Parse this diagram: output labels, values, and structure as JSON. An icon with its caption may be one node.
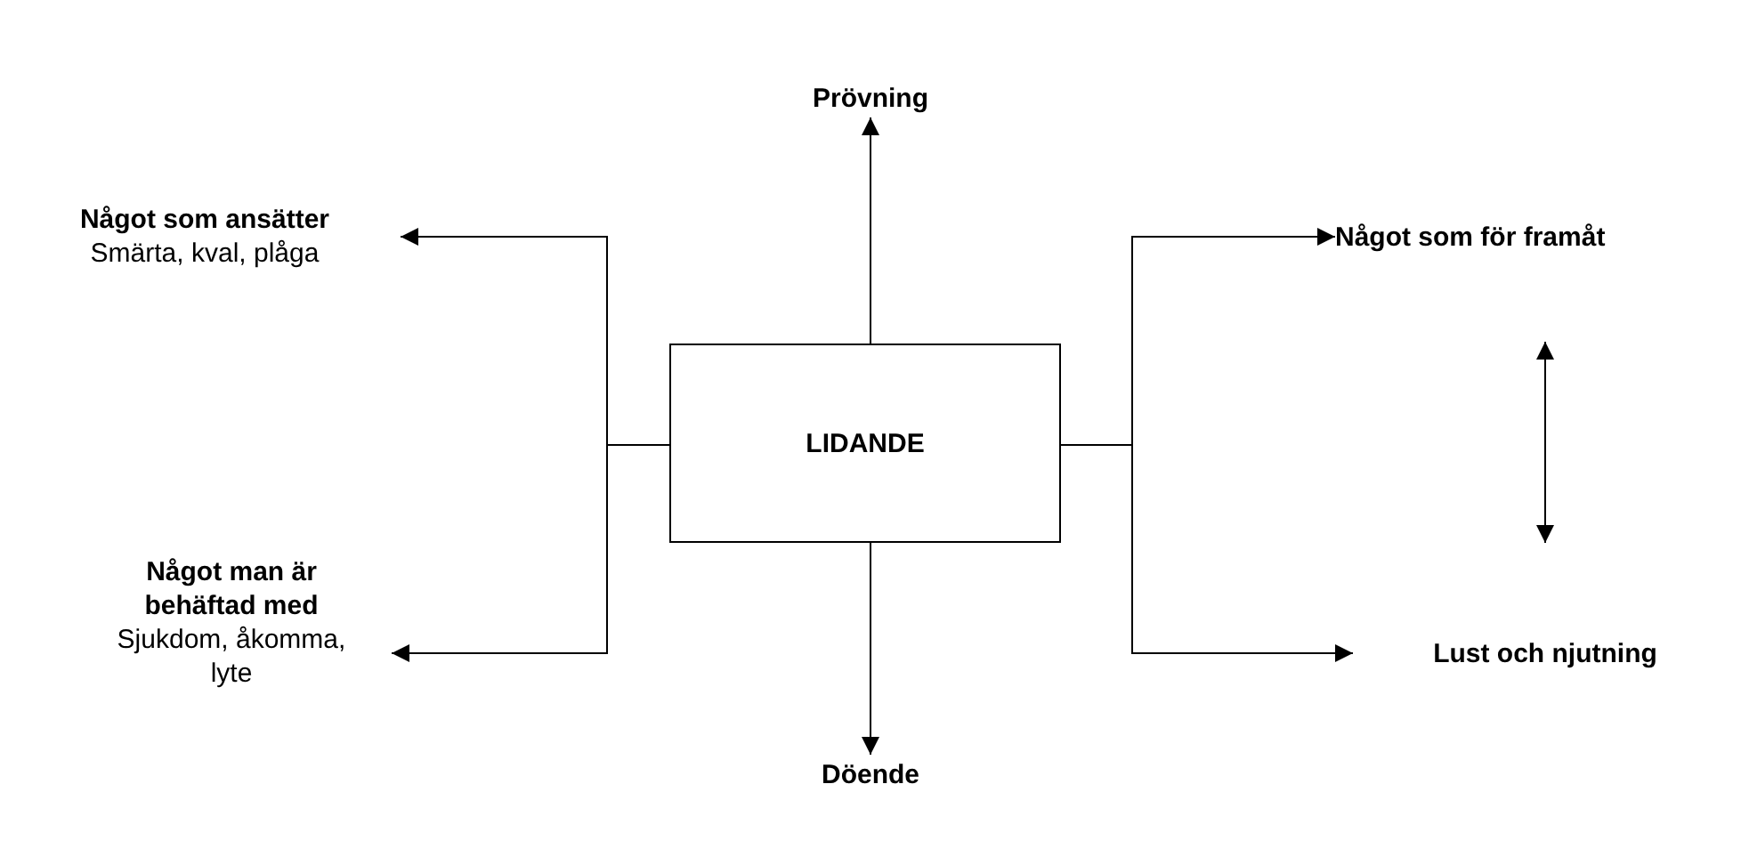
{
  "diagram": {
    "nodes": [
      {
        "text": [
          "LIDANDE"
        ]
      },
      {
        "text": [
          "Prövning"
        ]
      },
      {
        "text": [
          "Döende"
        ]
      },
      {
        "text": [
          "Något som ansätter",
          "Smärta, kval, plåga"
        ]
      },
      {
        "text": [
          "Något man är behäftad med",
          "Sjukdom, åkomma, lyte"
        ]
      },
      {
        "text": [
          "Något som för framåt"
        ]
      },
      {
        "text": [
          "Lust och njutning"
        ]
      }
    ],
    "edges": [
      {
        "from": 0,
        "to": 1,
        "arrow": "to"
      },
      {
        "from": 0,
        "to": 2,
        "arrow": "to"
      },
      {
        "from": 0,
        "to": 3,
        "arrow": "to"
      },
      {
        "from": 0,
        "to": 4,
        "arrow": "to"
      },
      {
        "from": 0,
        "to": 5,
        "arrow": "to"
      },
      {
        "from": 0,
        "to": 6,
        "arrow": "to"
      },
      {
        "from": 5,
        "to": 6,
        "arrow": "both"
      }
    ]
  }
}
